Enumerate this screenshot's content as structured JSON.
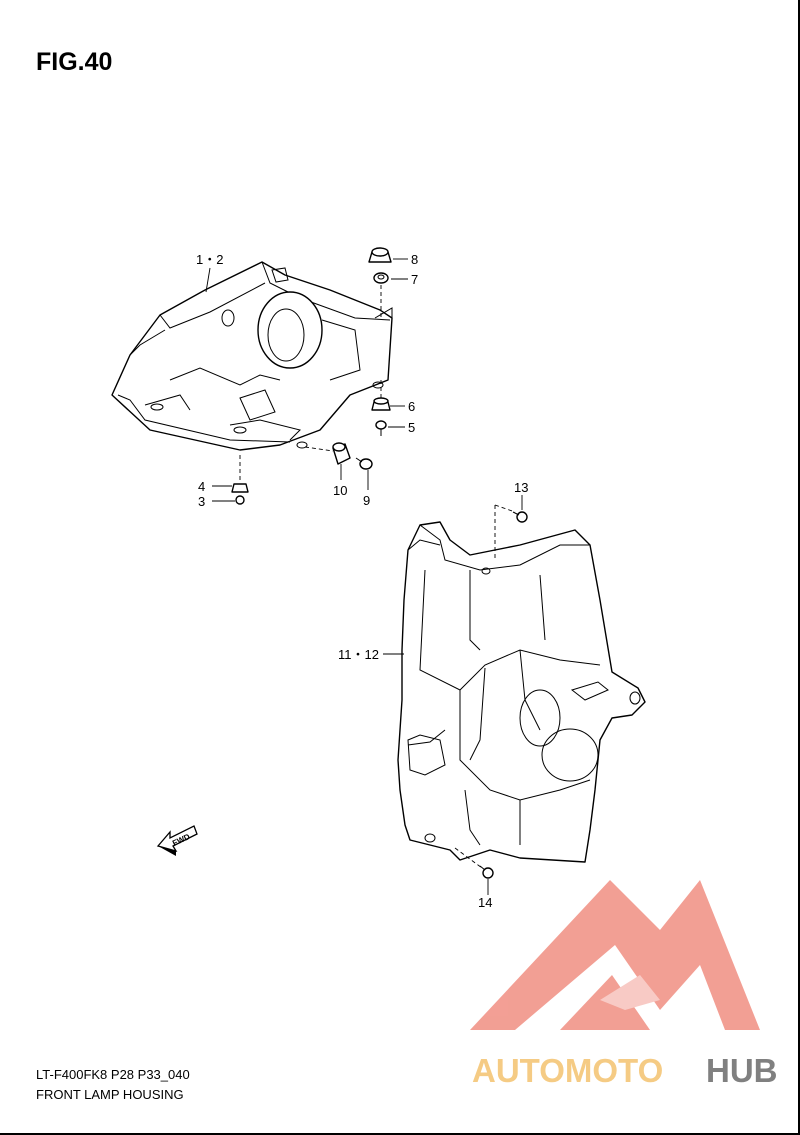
{
  "figure": {
    "title": "FIG.40",
    "code": "LT-F400FK8 P28 P33_040",
    "name": "FRONT LAMP HOUSING"
  },
  "callouts": [
    {
      "id": "c1",
      "label": "1・2"
    },
    {
      "id": "c8",
      "label": "8"
    },
    {
      "id": "c7",
      "label": "7"
    },
    {
      "id": "c6",
      "label": "6"
    },
    {
      "id": "c5",
      "label": "5"
    },
    {
      "id": "c4",
      "label": "4"
    },
    {
      "id": "c3",
      "label": "3"
    },
    {
      "id": "c10",
      "label": "10"
    },
    {
      "id": "c9",
      "label": "9"
    },
    {
      "id": "c13",
      "label": "13"
    },
    {
      "id": "c11",
      "label": "11・12"
    },
    {
      "id": "c14",
      "label": "14"
    }
  ],
  "fwd_arrow": {
    "label": "FWD"
  },
  "watermark": {
    "text_part1": "AUTOMOTO",
    "text_part2": "HUB",
    "color_primary": "#f29a8f",
    "color_secondary": "#f5c97e",
    "color_hub": "#7a7a7a"
  }
}
